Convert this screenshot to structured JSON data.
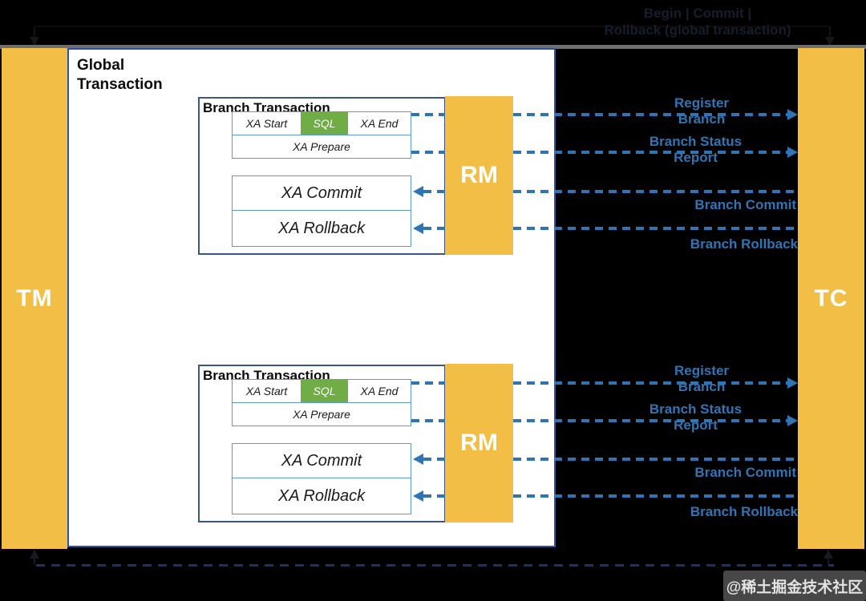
{
  "top_connector": {
    "label_line1": "Begin | Commit |",
    "label_line2": "Rollback (global transaction)"
  },
  "actors": {
    "tm": "TM",
    "tc": "TC"
  },
  "global_transaction": {
    "title_line1": "Global",
    "title_line2": "Transaction"
  },
  "branches": [
    {
      "title": "Branch Transaction",
      "xa_start": "XA Start",
      "sql": "SQL",
      "xa_end": "XA End",
      "xa_prepare": "XA Prepare",
      "xa_commit": "XA Commit",
      "xa_rollback": "XA Rollback",
      "rm": "RM",
      "arrows": {
        "register_line1": "Register",
        "register_line2": "Branch",
        "status_line1": "Branch Status",
        "status_line2": "Report",
        "commit": "Branch Commit",
        "rollback": "Branch Rollback"
      }
    },
    {
      "title": "Branch Transaction",
      "xa_start": "XA Start",
      "sql": "SQL",
      "xa_end": "XA End",
      "xa_prepare": "XA Prepare",
      "xa_commit": "XA Commit",
      "xa_rollback": "XA Rollback",
      "rm": "RM",
      "arrows": {
        "register_line1": "Register",
        "register_line2": "Branch",
        "status_line1": "Branch Status",
        "status_line2": "Report",
        "commit": "Branch Commit",
        "rollback": "Branch Rollback"
      }
    }
  ],
  "colors": {
    "actor_orange": "#F2BE45",
    "arrow_blue": "#2E75B6",
    "box_border_blue": "#5B9BD5",
    "global_border_blue": "#2F5597",
    "sql_green": "#70AD47"
  },
  "watermark": "@稀土掘金技术社区"
}
